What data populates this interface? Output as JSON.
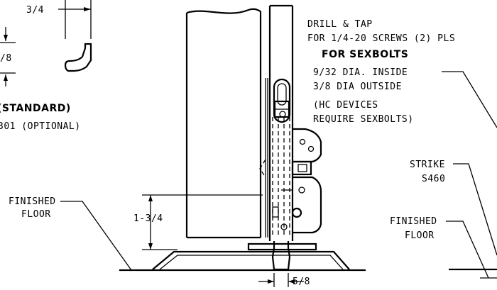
{
  "labels": {
    "dim_three_quarter": "3/4",
    "dim_eighth_partial": "/8",
    "standard_partial": "(STANDARD)",
    "optional_partial": "301 (OPTIONAL)",
    "drill_line1": "DRILL & TAP",
    "drill_line2": "FOR 1/4-20 SCREWS (2) PLS",
    "for_sexbolts": "FOR SEXBOLTS",
    "dia_inside": "9/32 DIA. INSIDE",
    "dia_outside": "3/8 DIA OUTSIDE",
    "hc_line1": "(HC DEVICES",
    "hc_line2": "REQUIRE SEXBOLTS)",
    "finished_left_1": "FINISHED",
    "finished_left_2": "FLOOR",
    "dim_height": "1-3/4",
    "strike_1": "STRIKE",
    "strike_2": "S460",
    "finished_right_1": "FINISHED",
    "finished_right_2": "FLOOR",
    "dim_bottom": "5/8"
  }
}
